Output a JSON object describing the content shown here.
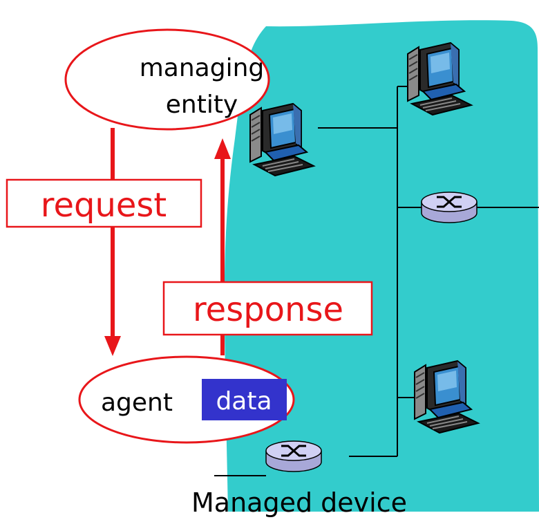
{
  "managing_entity": {
    "line1": "managing",
    "line2": "entity"
  },
  "request_label": "request",
  "response_label": "response",
  "agent_label": "agent",
  "data_label": "data",
  "caption": "Managed device",
  "colors": {
    "region": "#33cccc",
    "accent_red": "#e8161a",
    "data_box": "#3333cc",
    "router": "#c8c8f0",
    "text": "#000000"
  },
  "icons": [
    "computer-icon",
    "router-icon"
  ]
}
